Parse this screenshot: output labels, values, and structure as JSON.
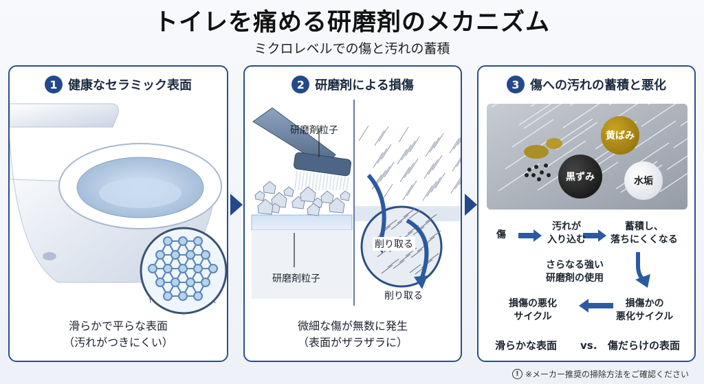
{
  "title": "トイレを痛める研磨剤のメカニズム",
  "subtitle": "ミクロレベルでの傷と汚れの蓄積",
  "panels": [
    {
      "number": "1",
      "title": "健康なセラミック表面",
      "caption_line1": "滑らかで平らな表面",
      "caption_line2": "（汚れがつきにくい）"
    },
    {
      "number": "2",
      "title": "研磨剤による損傷",
      "label_particles_top": "研磨剤粒子",
      "label_particles_bottom": "研磨剤粒子",
      "label_scrape_1": "削り取る",
      "label_scrape_2": "削り取る",
      "caption_line1": "微細な傷が無数に発生",
      "caption_line2": "（表面がザラザラに）"
    },
    {
      "number": "3",
      "title": "傷への汚れの蓄積と悪化",
      "stains": {
        "yellow": "黄ばみ",
        "black": "黒ずみ",
        "scale": "水垢"
      },
      "flow": {
        "step1": "傷",
        "step2_line1": "汚れが",
        "step2_line2": "入り込む",
        "step3_line1": "蓄積し、",
        "step3_line2": "落ちにくくなる",
        "step4_line1": "さらなる強い",
        "step4_line2": "研磨剤の使用",
        "step5_line1": "損傷かの",
        "step5_line2": "悪化サイクル",
        "step6_line1": "損傷の悪化",
        "step6_line2": "サイクル"
      },
      "compare": {
        "left": "滑らかな表面",
        "vs": "vs.",
        "right": "傷だらけの表面"
      }
    }
  ],
  "footer": {
    "icon": "info-icon",
    "note": "※メーカー推奨の掃除方法をご確認ください"
  },
  "colors": {
    "accent": "#23498a",
    "yellow_stain": "#b08a10",
    "black_stain": "#1a1a1a",
    "scale": "#f2f2f2"
  }
}
